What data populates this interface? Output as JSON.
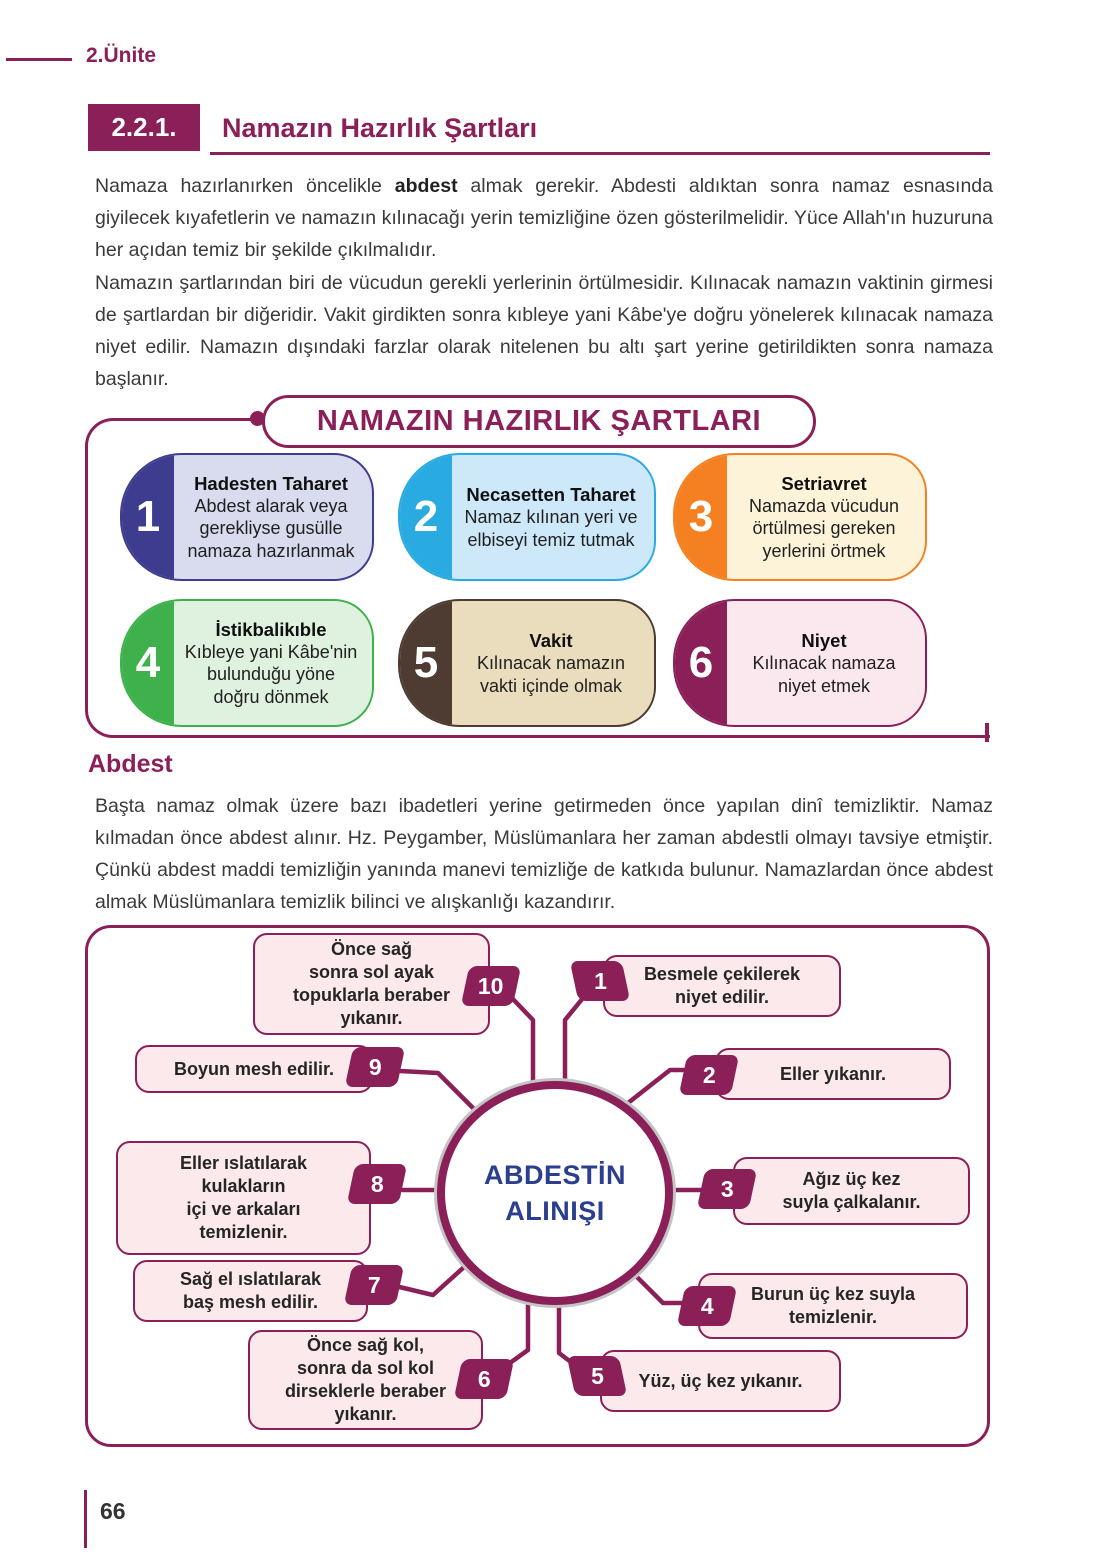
{
  "colors": {
    "accent": "#8B2059",
    "navy": "#2B3E8F",
    "body_text": "#3a3a3a",
    "step_box_fill": "#FBE9EC",
    "card_strips": [
      "#3D3C8E",
      "#29ABE2",
      "#F48021",
      "#3FB14C",
      "#4E3B31",
      "#8B2059"
    ],
    "card_bodies": [
      "#D9DBEE",
      "#CDE9F9",
      "#FCF3D9",
      "#DFF2DF",
      "#EADDBE",
      "#FBE8EE"
    ]
  },
  "header": {
    "unit": "2.Ünite"
  },
  "section": {
    "number": "2.2.1.",
    "title": "Namazın Hazırlık Şartları"
  },
  "intro": {
    "p1_before": "Namaza hazırlanırken öncelikle ",
    "p1_bold": "abdest",
    "p1_after": " almak gerekir. Abdesti aldıktan sonra namaz esnasında giyilecek kıyafetlerin ve namazın kılınacağı yerin temizliğine özen gösterilmelidir. Yüce Allah'ın huzuruna her açıdan temiz bir şekilde çıkılmalıdır.",
    "p2": "Namazın şartlarından biri de vücudun gerekli yerlerinin örtülmesidir. Kılınacak namazın vaktinin girmesi de şartlardan bir diğeridir. Vakit girdikten sonra kıbleye yani Kâbe'ye doğru yönelerek kılınacak namaza niyet edilir. Namazın dışındaki farzlar olarak nitelenen bu altı şart yerine getirildikten sonra namaza başlanır."
  },
  "diagram1": {
    "title": "NAMAZIN HAZIRLIK ŞARTLARI",
    "cards": [
      {
        "number": "1",
        "title": "Hadesten Taharet",
        "lines": [
          "Abdest alarak veya",
          "gerekliyse gusülle",
          "namaza hazırlanmak"
        ]
      },
      {
        "number": "2",
        "title": "Necasetten Taharet",
        "lines": [
          "Namaz kılınan yeri ve",
          "elbiseyi temiz tutmak"
        ]
      },
      {
        "number": "3",
        "title": "Setriavret",
        "lines": [
          "Namazda vücudun",
          "örtülmesi gereken",
          "yerlerini örtmek"
        ]
      },
      {
        "number": "4",
        "title": "İstikbalikıble",
        "lines": [
          "Kıbleye yani Kâbe'nin",
          "bulunduğu yöne",
          "doğru dönmek"
        ]
      },
      {
        "number": "5",
        "title": "Vakit",
        "lines": [
          "Kılınacak namazın",
          "vakti içinde olmak"
        ]
      },
      {
        "number": "6",
        "title": "Niyet",
        "lines": [
          "Kılınacak namaza",
          "niyet etmek"
        ]
      }
    ]
  },
  "abdest": {
    "heading": "Abdest",
    "text": "Başta namaz olmak üzere bazı ibadetleri yerine getirmeden önce yapılan dinî temizliktir. Namaz kılmadan önce abdest alınır. Hz. Peygamber, Müslümanlara her zaman abdestli olmayı tavsiye etmiştir. Çünkü abdest maddi temizliğin yanında manevi temizliğe de katkıda bulunur. Namazlardan önce abdest almak Müslümanlara temizlik bilinci ve alışkanlığı kazandırır."
  },
  "diagram2": {
    "center_line1": "ABDESTİN",
    "center_line2": "ALINIŞI",
    "steps": [
      {
        "number": "1",
        "lines": [
          "Besmele çekilerek",
          "niyet edilir."
        ]
      },
      {
        "number": "2",
        "lines": [
          "Eller yıkanır."
        ]
      },
      {
        "number": "3",
        "lines": [
          "Ağız üç kez",
          "suyla çalkalanır."
        ]
      },
      {
        "number": "4",
        "lines": [
          "Burun üç kez suyla",
          "temizlenir."
        ]
      },
      {
        "number": "5",
        "lines": [
          "Yüz, üç kez yıkanır."
        ]
      },
      {
        "number": "6",
        "lines": [
          "Önce sağ kol,",
          "sonra da sol kol",
          "dirseklerle beraber",
          "yıkanır."
        ]
      },
      {
        "number": "7",
        "lines": [
          "Sağ el ıslatılarak",
          "baş mesh edilir."
        ]
      },
      {
        "number": "8",
        "lines": [
          "Eller ıslatılarak",
          "kulakların",
          "içi ve arkaları",
          "temizlenir."
        ]
      },
      {
        "number": "9",
        "lines": [
          "Boyun mesh edilir."
        ]
      },
      {
        "number": "10",
        "lines": [
          "Önce sağ",
          "sonra sol ayak",
          "topuklarla beraber",
          "yıkanır."
        ]
      }
    ]
  },
  "footer": {
    "page_number": "66"
  }
}
